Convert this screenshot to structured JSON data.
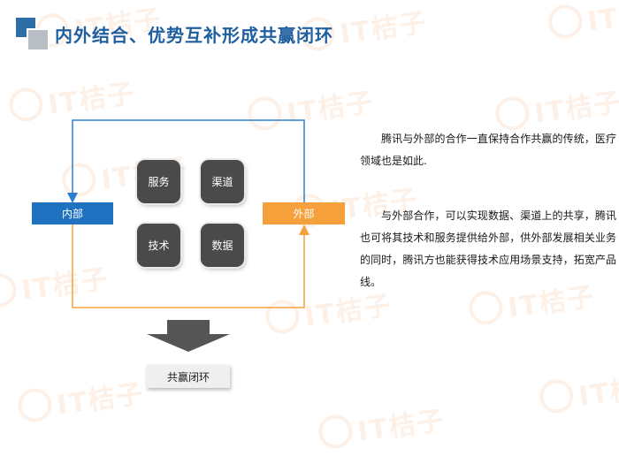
{
  "page": {
    "title": "内外结合、优势互补形成共赢闭环"
  },
  "watermark": {
    "text": "IT桔子",
    "color": "#f08c46"
  },
  "diagram": {
    "inner_node": "内部",
    "outer_node": "外部",
    "tiles": [
      "服务",
      "渠道",
      "技术",
      "数据"
    ],
    "result_node": "共赢闭环",
    "colors": {
      "inner": "#1f72c0",
      "outer": "#f5a03a",
      "tile": "#4a4a4a",
      "arrow": "#555555"
    }
  },
  "text": {
    "paragraph_1": "腾讯与外部的合作一直保持合作共赢的传统，医疗领域也是如此.",
    "paragraph_2": "与外部合作，可以实现数据、渠道上的共享，腾讯也可将其技术和服务提供给外部，供外部发展相关业务的同时，腾讯方也能获得技术应用场景支持，拓宽产品线。"
  }
}
